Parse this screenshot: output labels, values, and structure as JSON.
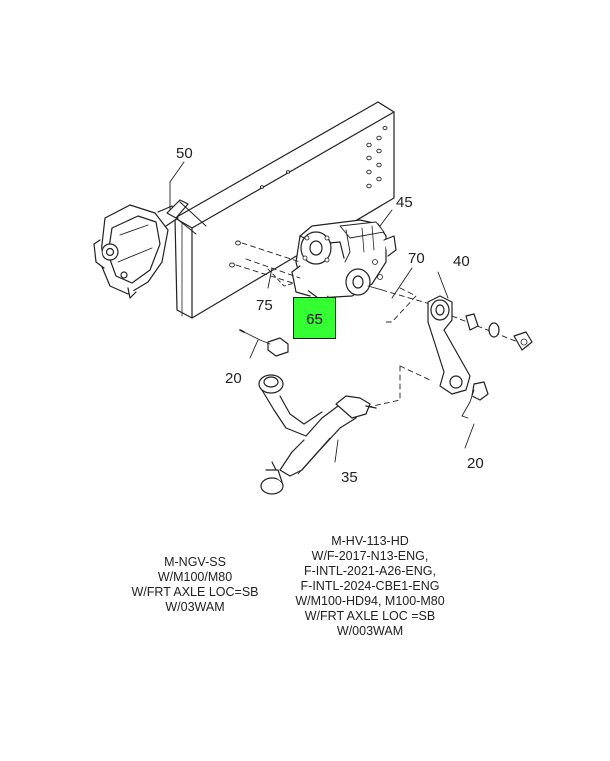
{
  "highlight_color": "#33ff33",
  "callouts": {
    "c50": "50",
    "c45": "45",
    "c70": "70",
    "c40": "40",
    "c75": "75",
    "c65": "65",
    "c20_left": "20",
    "c20_right": "20",
    "c35": "35"
  },
  "notes": {
    "left": [
      "M-NGV-SS",
      "W/M100/M80",
      "W/FRT AXLE LOC=SB",
      "W/03WAM"
    ],
    "right": [
      "M-HV-113-HD",
      "W/F-2017-N13-ENG,",
      "F-INTL-2021-A26-ENG,",
      "F-INTL-2024-CBE1-ENG",
      "W/M100-HD94, M100-M80",
      "W/FRT AXLE LOC =SB",
      "W/003WAM"
    ]
  }
}
